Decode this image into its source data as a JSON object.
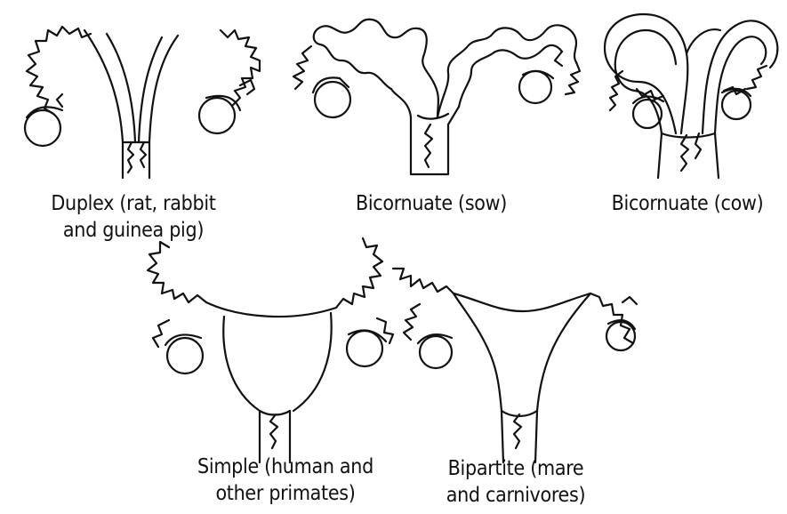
{
  "figures": {
    "duplex": {
      "caption_line1": "Duplex (rat, rabbit",
      "caption_line2": "and guinea pig)"
    },
    "bicornuate_sow": {
      "caption_line1": "Bicornuate (sow)"
    },
    "bicornuate_cow": {
      "caption_line1": "Bicornuate (cow)"
    },
    "simple": {
      "caption_line1": "Simple (human and",
      "caption_line2": "other primates)"
    },
    "bipartite": {
      "caption_line1": "Bipartite (mare",
      "caption_line2": "and carnivores)"
    }
  }
}
